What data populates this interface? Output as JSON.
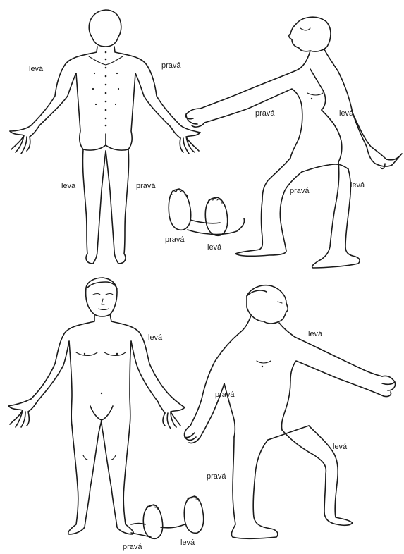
{
  "labels": {
    "back_left": "levá",
    "back_right": "pravá",
    "back_leg_left": "levá",
    "back_leg_right": "pravá",
    "side1_arm_right": "pravá",
    "side1_arm_left": "levá",
    "side1_leg_right": "pravá",
    "side1_leg_left": "levá",
    "soles1_right": "pravá",
    "soles1_left": "levá",
    "front_left": "levá",
    "side2_arm_left": "levá",
    "side2_arm_right": "pravá",
    "side2_leg_left": "levá",
    "side2_leg_right": "pravá",
    "soles2_right": "pravá",
    "soles2_left": "levá"
  }
}
